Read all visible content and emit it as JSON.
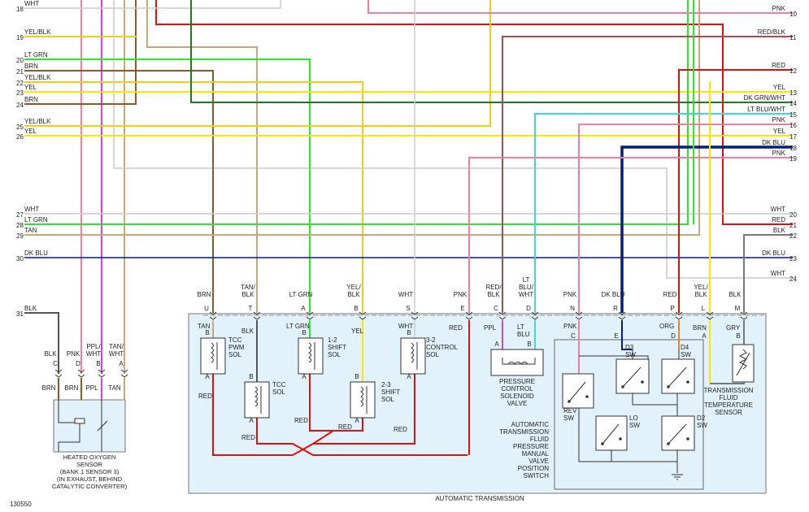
{
  "diagram_id": "130550",
  "colors": {
    "WHT": "#c8c8c8",
    "PNK": "#ee7fa0",
    "YEL": "#ffe600",
    "YELBLK": "#e6d020",
    "LTGRN": "#2ee62e",
    "BRN": "#8b5a2b",
    "TAN": "#c8a87a",
    "RED": "#e01010",
    "REDBLK": "#a05050",
    "DKGRN": "#207a20",
    "LTBLU": "#40d8d8",
    "DKBLU": "#001e7a",
    "PPL": "#cc44dd",
    "ORG": "#f08020",
    "GRY": "#777777",
    "BLK": "#555555",
    "BOX": "#e2f2fa"
  },
  "left_wires": [
    {
      "num": "18",
      "label": "WHT"
    },
    {
      "num": "19",
      "label": "YEL/BLK"
    },
    {
      "num": "20",
      "label": "LT GRN"
    },
    {
      "num": "21",
      "label": "BRN"
    },
    {
      "num": "22",
      "label": "YEL/BLK"
    },
    {
      "num": "23",
      "label": "YEL"
    },
    {
      "num": "24",
      "label": "BRN"
    },
    {
      "num": "25",
      "label": "YEL/BLK"
    },
    {
      "num": "26",
      "label": "YEL"
    },
    {
      "num": "27",
      "label": "WHT"
    },
    {
      "num": "28",
      "label": "LT GRN"
    },
    {
      "num": "29",
      "label": "TAN"
    },
    {
      "num": "30",
      "label": "DK BLU"
    },
    {
      "num": "31",
      "label": "BLK"
    }
  ],
  "right_wires": [
    {
      "num": "10",
      "label": "PNK"
    },
    {
      "num": "11",
      "label": "RED/BLK"
    },
    {
      "num": "12",
      "label": "RED"
    },
    {
      "num": "13",
      "label": "YEL"
    },
    {
      "num": "14",
      "label": "DK GRN/WHT"
    },
    {
      "num": "15",
      "label": "LT BLU/WHT"
    },
    {
      "num": "16",
      "label": "PNK"
    },
    {
      "num": "17",
      "label": "YEL"
    },
    {
      "num": "18",
      "label": "DK BLU"
    },
    {
      "num": "19",
      "label": "PNK"
    },
    {
      "num": "20",
      "label": "WHT"
    },
    {
      "num": "21",
      "label": "RED"
    },
    {
      "num": "22",
      "label": "BLK"
    },
    {
      "num": "23",
      "label": "DK BLU"
    },
    {
      "num": "24",
      "label": "WHT"
    }
  ],
  "ho2s": {
    "pins": [
      {
        "pin": "C",
        "top": "BLK",
        "bottom": "BRN"
      },
      {
        "pin": "D",
        "top": "PNK",
        "bottom": "BRN"
      },
      {
        "pin": "B",
        "top": "PPL/\nWHT",
        "bottom": "PPL"
      },
      {
        "pin": "A",
        "top": "TAN/\nWHT",
        "bottom": "TAN"
      }
    ],
    "caption": "HEATED OXYGEN\nSENSOR\n(BANK 1 SENSOR 3)\n(IN EXHAUST, BEHIND\nCATALYTIC CONVERTER)"
  },
  "trans_connector": [
    {
      "pin": "U",
      "wire": "BRN"
    },
    {
      "pin": "T",
      "wire": "TAN/\nBLK"
    },
    {
      "pin": "A",
      "wire": "LT GRN"
    },
    {
      "pin": "B",
      "wire": "YEL/\nBLK"
    },
    {
      "pin": "S",
      "wire": "WHT"
    },
    {
      "pin": "E",
      "wire": "PNK"
    },
    {
      "pin": "C",
      "wire": "RED/\nBLK"
    },
    {
      "pin": "D",
      "wire": "LT\nBLU/\nWHT"
    },
    {
      "pin": "N",
      "wire": "PNK"
    },
    {
      "pin": "R",
      "wire": "DK BLU"
    },
    {
      "pin": "P",
      "wire": "RED"
    },
    {
      "pin": "L",
      "wire": "YEL/\nBLK"
    },
    {
      "pin": "M",
      "wire": "BLK"
    }
  ],
  "internal_labels": {
    "tcc_pwm": "TCC\nPWM\nSOL",
    "tcc": "TCC\nSOL",
    "shift12": "1-2\nSHIFT\nSOL",
    "shift23": "2-3\nSHIFT\nSOL",
    "control32": "3-2\nCONTROL\nSOL",
    "pcs": "PRESSURE\nCONTROL\nSOLENOID\nVALVE",
    "tfpm": "AUTOMATIC\nTRANSMISSION\nFLUID\nPRESSURE\nMANUAL\nVALVE\nPOSITION\nSWITCH",
    "tft": "TRANSMISSION\nFLUID\nTEMPERATURE\nSENSOR",
    "rev": "REV\nSW",
    "lo": "LO\nSW",
    "d3": "D3\nSW",
    "d4": "D4\nSW",
    "d2": "D2\nSW",
    "box": "AUTOMATIC TRANSMISSION",
    "tan": "TAN",
    "blk": "BLK",
    "ltgrn": "LT GRN",
    "yel": "YEL",
    "wht": "WHT",
    "red": "RED",
    "ppl": "PPL",
    "ltblu": "LT\nBLU",
    "pnk": "PNK",
    "org": "ORG",
    "brn": "BRN",
    "gry": "GRY"
  }
}
